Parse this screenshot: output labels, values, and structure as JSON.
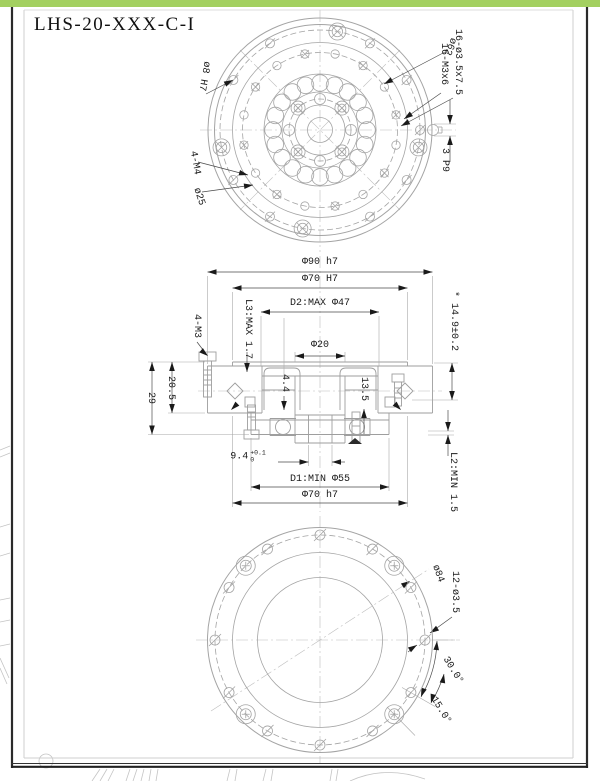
{
  "page": {
    "title": "LHS-20-XXX-C-I"
  },
  "colors": {
    "accent_bar": "#a3d060",
    "frame": "#2a2a2a",
    "geometry_line": "#a8a8a8",
    "dim_text": "#1a1a1a"
  },
  "top_view": {
    "pin_hole": "ø8 H7",
    "screws": "4-M4",
    "bolt_circle_25": "ø25",
    "bolt_circle_62": "ø62",
    "counterbores": "16-ø3.5x7.5",
    "taps": "16-M3x6",
    "keyway": "3 P9"
  },
  "side_view": {
    "od": "Φ90 h7",
    "spigot_top": "Φ70 H7",
    "d2": "D2:MAX Φ47",
    "bore": "Φ20",
    "screws": "4-M3",
    "l3": "L3:MAX 1.7",
    "height_ref": "* 14.9±0.2",
    "dim_4_4": "4.4",
    "dim_13_5": "13.5",
    "dim_20_5": "20.5",
    "dim_29": "29",
    "dim_9_4": "9.4",
    "tol_sup": "+0.1",
    "tol_sub": "0",
    "d1": "D1:MIN Φ55",
    "spigot_bottom": "Φ70 h7",
    "l2": "L2:MIN 1.5"
  },
  "bottom_view": {
    "bolt_circle": "ø84",
    "holes": "12-ø3.5",
    "angle_30": "30.0°",
    "angle_15": "15.0°"
  }
}
